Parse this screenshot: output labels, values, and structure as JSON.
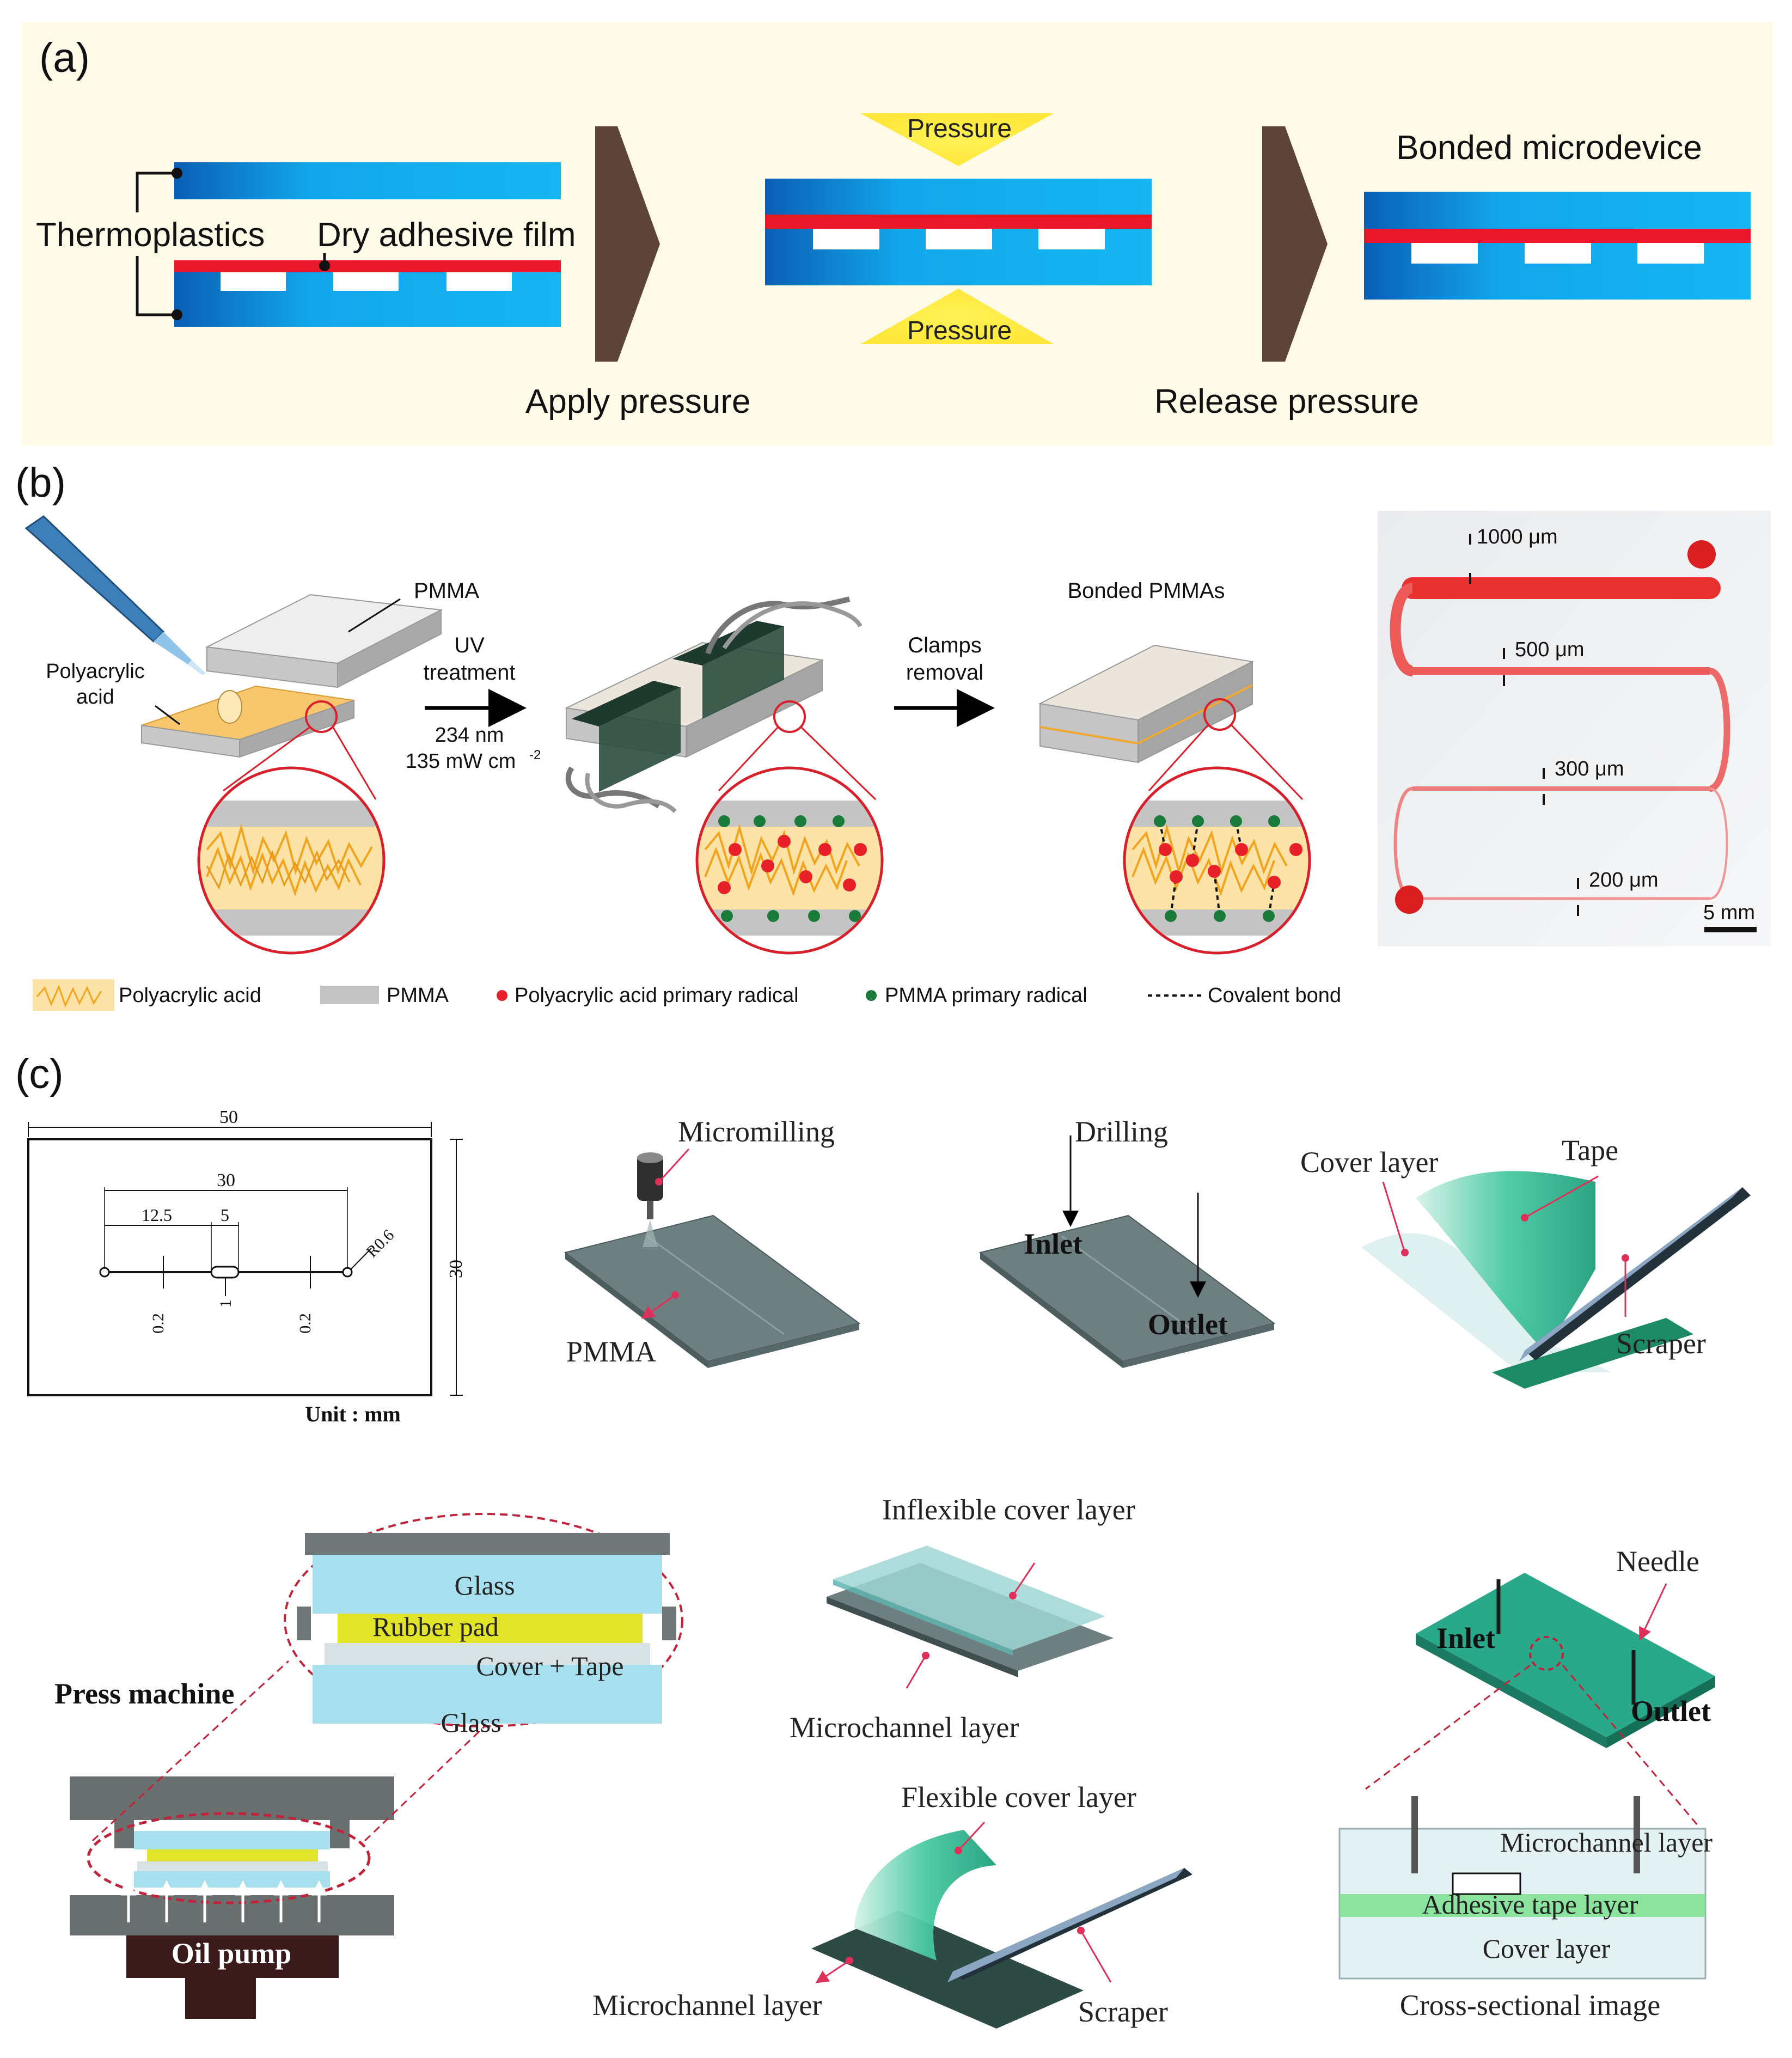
{
  "panel_a": {
    "label": "(a)",
    "thermoplastics": "Thermoplastics",
    "dry_adhesive": "Dry adhesive film",
    "pressure_top": "Pressure",
    "pressure_bottom": "Pressure",
    "apply": "Apply pressure",
    "bonded_device": "Bonded microdevice",
    "release": "Release pressure",
    "colors": {
      "background": "#fdfae8",
      "plastic_blue": "#10a4e8",
      "adhesive_red": "#e8182a",
      "arrow_brown": "#5e4438",
      "pressure_yellow": "#ffe94a"
    }
  },
  "panel_b": {
    "label": "(b)",
    "pmma": "PMMA",
    "polyacrylic": [
      "Polyacrylic",
      "acid"
    ],
    "uv": [
      "UV",
      "treatment"
    ],
    "wavelength": "234 nm",
    "power": "135 mW cm",
    "power_sup": "-2",
    "clamps": [
      "Clamps",
      "removal"
    ],
    "bonded": "Bonded PMMAs",
    "channel_widths": [
      "1000 μm",
      "500 μm",
      "300 μm",
      "200 μm"
    ],
    "scale": "5 mm",
    "legend": {
      "polyacrylic_acid": "Polyacrylic acid",
      "pmma": "PMMA",
      "paa_radical": "Polyacrylic acid primary radical",
      "pmma_radical": "PMMA primary radical",
      "covalent": "Covalent bond"
    },
    "colors": {
      "paa_radical": "#e8202a",
      "pmma_radical": "#1a7a3a",
      "zoom_ring": "#d9202a",
      "paa_fill": "#fbd68a"
    }
  },
  "panel_c": {
    "label": "(c)",
    "dims": {
      "total_width": "50",
      "channel_span": "30",
      "offset": "12.5",
      "center": "5",
      "radius": "R0.6",
      "height": "30",
      "w_left": "0.2",
      "w_center": "1",
      "w_right": "0.2",
      "unit": "Unit : mm"
    },
    "micromilling": "Micromilling",
    "pmma": "PMMA",
    "drilling": "Drilling",
    "inlet": "Inlet",
    "outlet": "Outlet",
    "cover_layer": "Cover layer",
    "tape": "Tape",
    "scraper": "Scraper",
    "glass_top": "Glass",
    "rubber_pad": "Rubber pad",
    "cover_tape": "Cover + Tape",
    "glass_bottom": "Glass",
    "press_machine": "Press machine",
    "oil_pump": "Oil pump",
    "inflexible": "Inflexible cover layer",
    "microchannel_1": "Microchannel layer",
    "flexible": "Flexible cover layer",
    "microchannel_2": "Microchannel layer",
    "scraper_2": "Scraper",
    "needle": "Needle",
    "inlet_2": "Inlet",
    "outlet_2": "Outlet",
    "cs_microchannel": "Microchannel layer",
    "cs_adhesive": "Adhesive tape layer",
    "cs_cover": "Cover layer",
    "cross_section": "Cross-sectional image",
    "colors": {
      "pmma_gray": "#6d7f80",
      "tape_green": "#45c7a0",
      "glass_blue": "#a7dfee",
      "rubber_yellow": "#e2e42a",
      "annotation_red": "#e0305a"
    }
  }
}
